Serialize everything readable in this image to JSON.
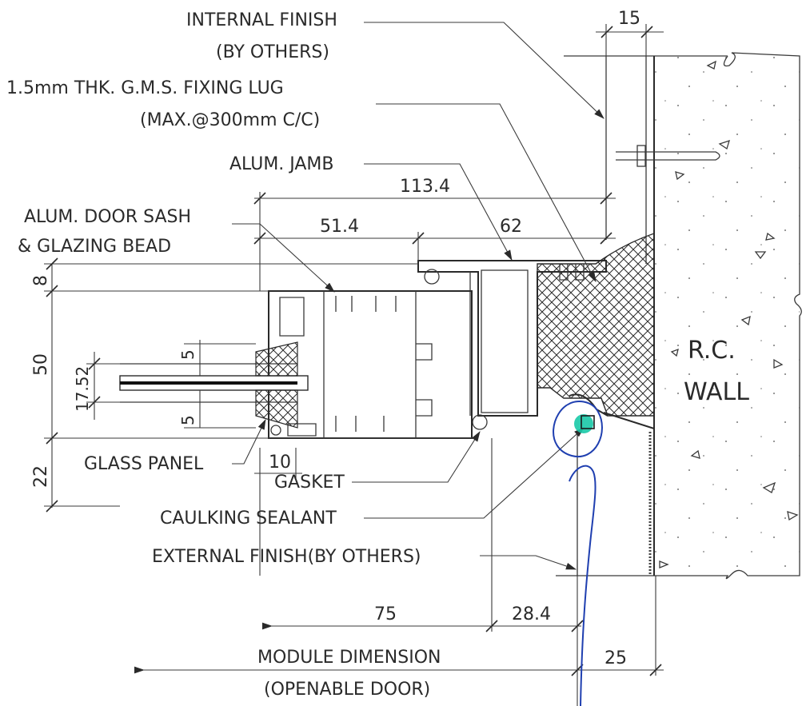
{
  "labels": {
    "internal_finish_1": "INTERNAL FINISH",
    "internal_finish_2": "(BY OTHERS)",
    "fixing_lug_1": "1.5mm THK. G.M.S. FIXING LUG",
    "fixing_lug_2": "(MAX.@300mm C/C)",
    "alum_jamb": "ALUM. JAMB",
    "door_sash_1": "ALUM. DOOR SASH",
    "door_sash_2": "& GLAZING BEAD",
    "glass_panel": "GLASS PANEL",
    "gasket": "GASKET",
    "caulking_sealant": "CAULKING SEALANT",
    "external_finish": "EXTERNAL FINISH(BY OTHERS)",
    "module_dimension_1": "MODULE DIMENSION",
    "module_dimension_2": "(OPENABLE DOOR)",
    "wall_1": "R.C.",
    "wall_2": "WALL"
  },
  "dimensions": {
    "d15": "15",
    "d113_4": "113.4",
    "d51_4": "51.4",
    "d62": "62",
    "d8": "8",
    "d50": "50",
    "d17_52": "17.52",
    "d5_top": "5",
    "d5_bottom": "5",
    "d22": "22",
    "d10": "10",
    "d75": "75",
    "d28_4": "28.4",
    "d25": "25"
  },
  "colors": {
    "line": "#2a2a2a",
    "pen_annotation": "#1f3fb0",
    "highlight": "#19c9a7"
  }
}
